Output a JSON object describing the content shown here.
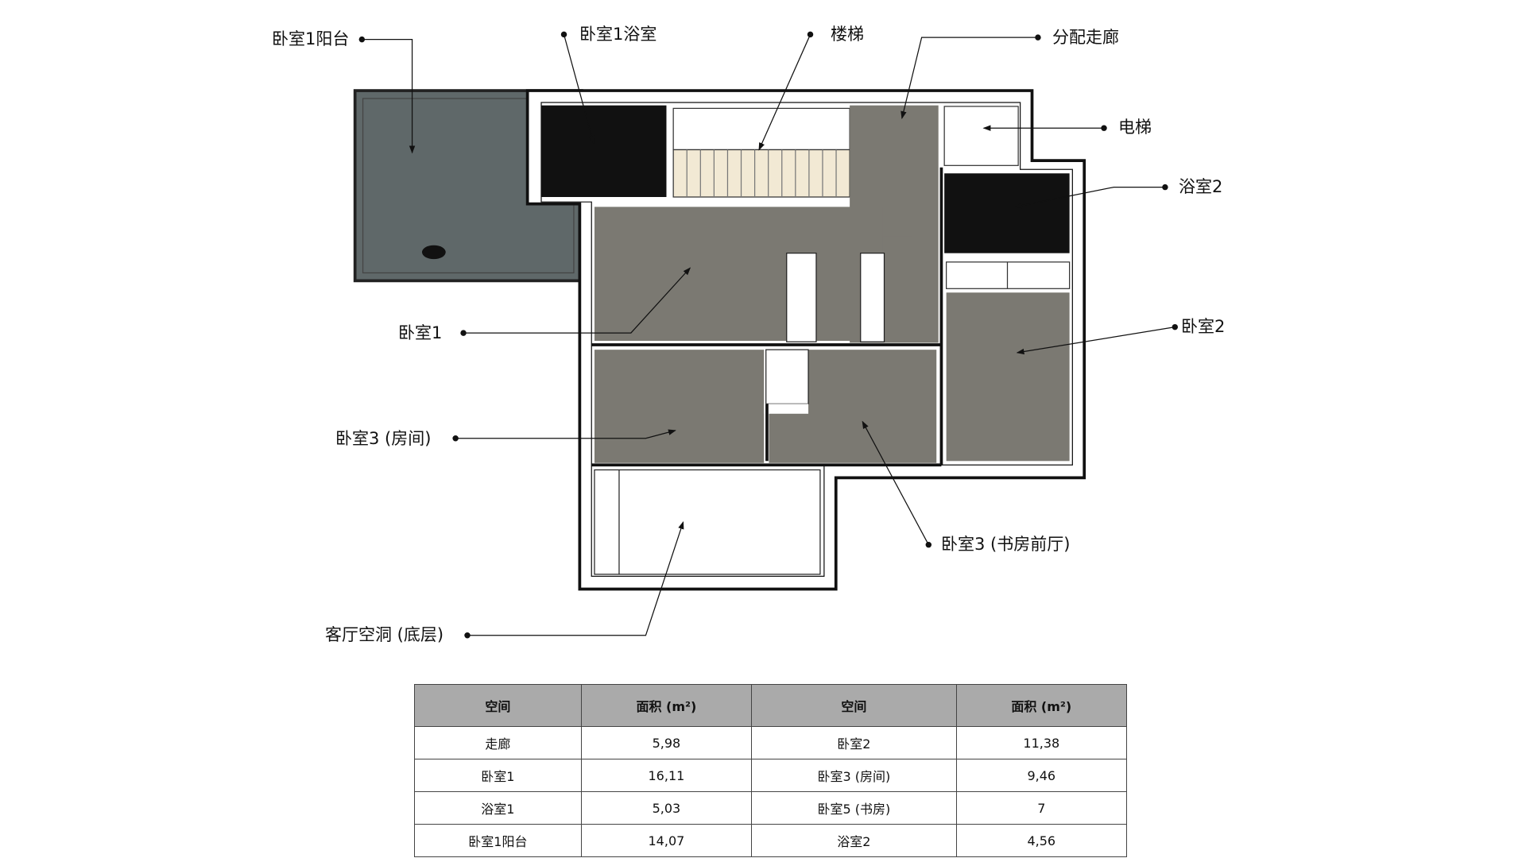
{
  "labels": {
    "bedroom1_balcony": "卧室1阳台",
    "bedroom1_bath": "卧室1浴室",
    "stairs": "楼梯",
    "corridor": "分配走廊",
    "elevator": "电梯",
    "bath2": "浴室2",
    "bedroom2": "卧室2",
    "bedroom1": "卧室1",
    "bedroom3_room": "卧室3 (房间)",
    "bedroom3_study": "卧室3 (书房前厅)",
    "living_void": "客厅空洞 (底层)"
  },
  "table": {
    "headers": [
      "空间",
      "面积 (m²)",
      "空间",
      "面积 (m²)"
    ],
    "rows": [
      [
        "走廊",
        "5,98",
        "卧室2",
        "11,38"
      ],
      [
        "卧室1",
        "16,11",
        "卧室3 (房间)",
        "9,46"
      ],
      [
        "浴室1",
        "5,03",
        "卧室5 (书房)",
        "7"
      ],
      [
        "卧室1阳台",
        "14,07",
        "浴室2",
        "4,56"
      ]
    ]
  },
  "colors": {
    "floor": "#7b7972",
    "balcony": "#5f6869",
    "bath": "#111111",
    "stairs": "#f2e9d4",
    "header": "#aaaaaa"
  }
}
